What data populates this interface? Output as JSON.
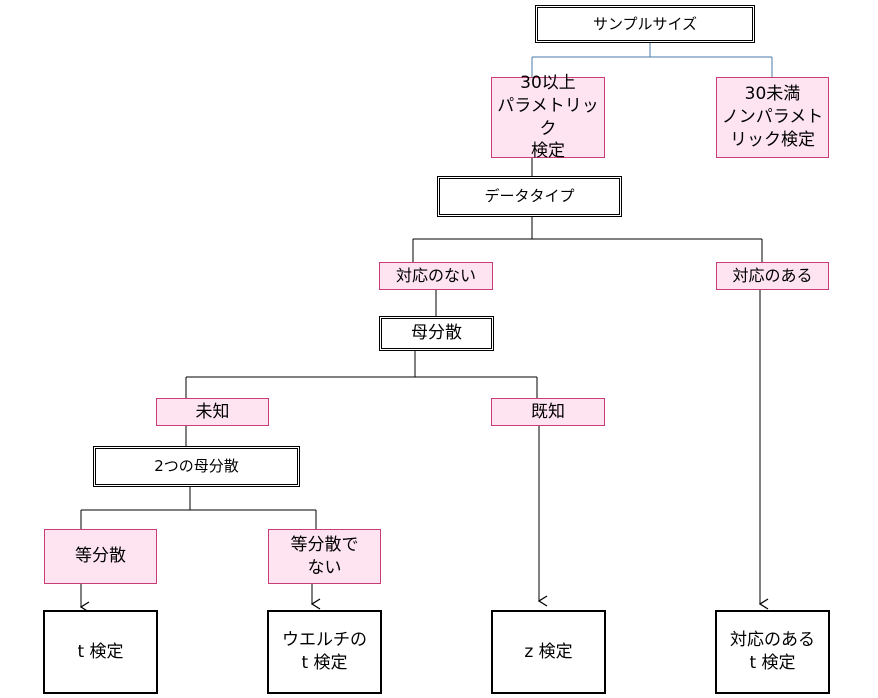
{
  "nodes": {
    "sample_size": "サンプルサイズ",
    "over30": "30以上\nパラメトリック\n検定",
    "under30": "30未満\nノンパラメト\nリック検定",
    "data_type": "データタイプ",
    "unpaired": "対応のない",
    "paired": "対応のある",
    "pop_variance": "母分散",
    "unknown": "未知",
    "known": "既知",
    "two_pop_variance": "2つの母分散",
    "equal_var": "等分散",
    "unequal_var": "等分散で\nない",
    "t_test": "t 検定",
    "welch_t_test": "ウエルチの\nt 検定",
    "z_test": "z 検定",
    "paired_t_test": "対応のある\nt 検定"
  }
}
